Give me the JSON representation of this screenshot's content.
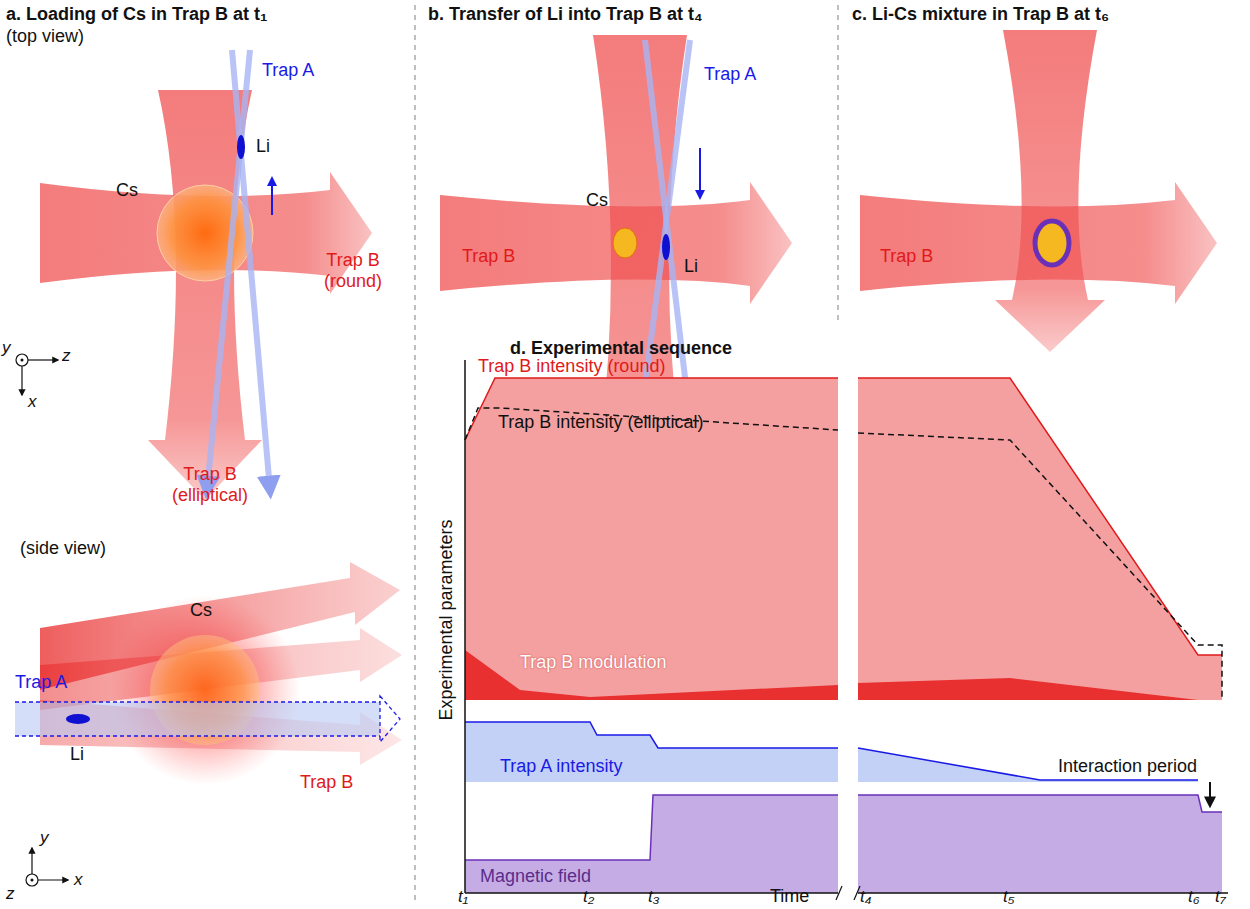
{
  "diagram": {
    "labels": [
      "a. Loading of Cs in Trap B at t₁",
      "(top view)",
      "Trap A",
      "Li",
      "Cs",
      "Trap B (round)",
      "Trap B (elliptical)",
      "y",
      "z",
      "x",
      "(side view)",
      "Trap A",
      "Cs",
      "Li",
      "Trap B",
      "y",
      "x",
      "z",
      "b. Transfer of Li into Trap B at t₄",
      "Trap A",
      "Cs",
      "Li",
      "Trap B",
      "c. Li-Cs mixture in Trap B at t₆",
      "Trap B",
      "d. Experimental sequence",
      "Experimental parameters",
      "Trap B intensity (round)",
      "Trap B intensity (elliptical)",
      "Trap B modulation",
      "Trap A intensity",
      "Magnetic field",
      "Interaction period",
      "Time",
      "t₁",
      "t₂",
      "t₃",
      "t₄",
      "t₅",
      "t₆",
      "t₇"
    ]
  }
}
